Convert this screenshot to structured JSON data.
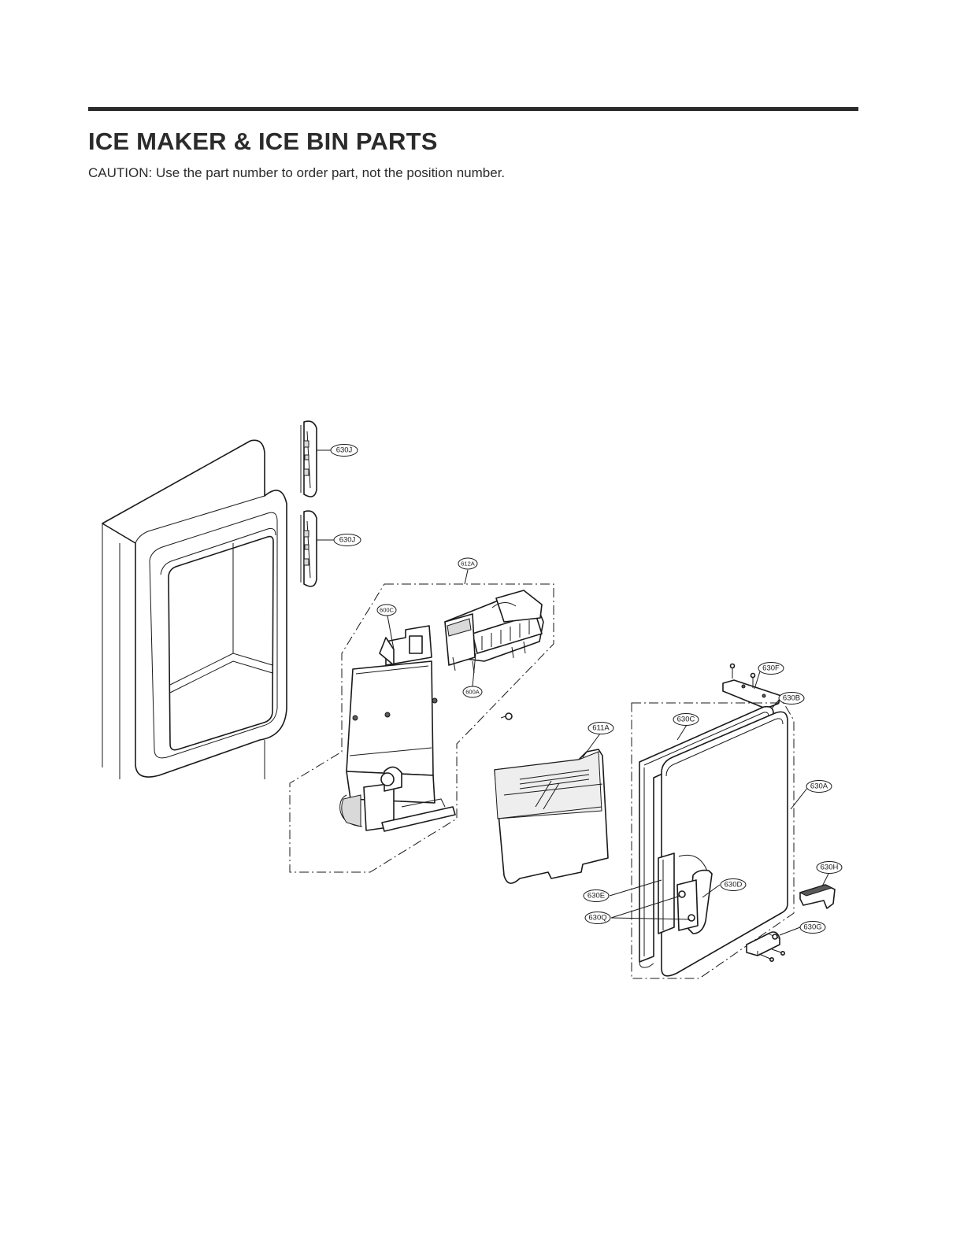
{
  "title": "ICE MAKER & ICE BIN PARTS",
  "caution": "CAUTION: Use the part number to order part, not the position number.",
  "callouts": {
    "c630J_top": "630J",
    "c630J_bottom": "630J",
    "c612A": "612A",
    "c600C": "600C",
    "c600A": "600A",
    "c630F": "630F",
    "c630B": "630B",
    "c630C": "630C",
    "c611A": "611A",
    "c630A": "630A",
    "c630H": "630H",
    "c630D": "630D",
    "c630E": "630E",
    "c630Q": "630Q",
    "c630G": "630G"
  }
}
